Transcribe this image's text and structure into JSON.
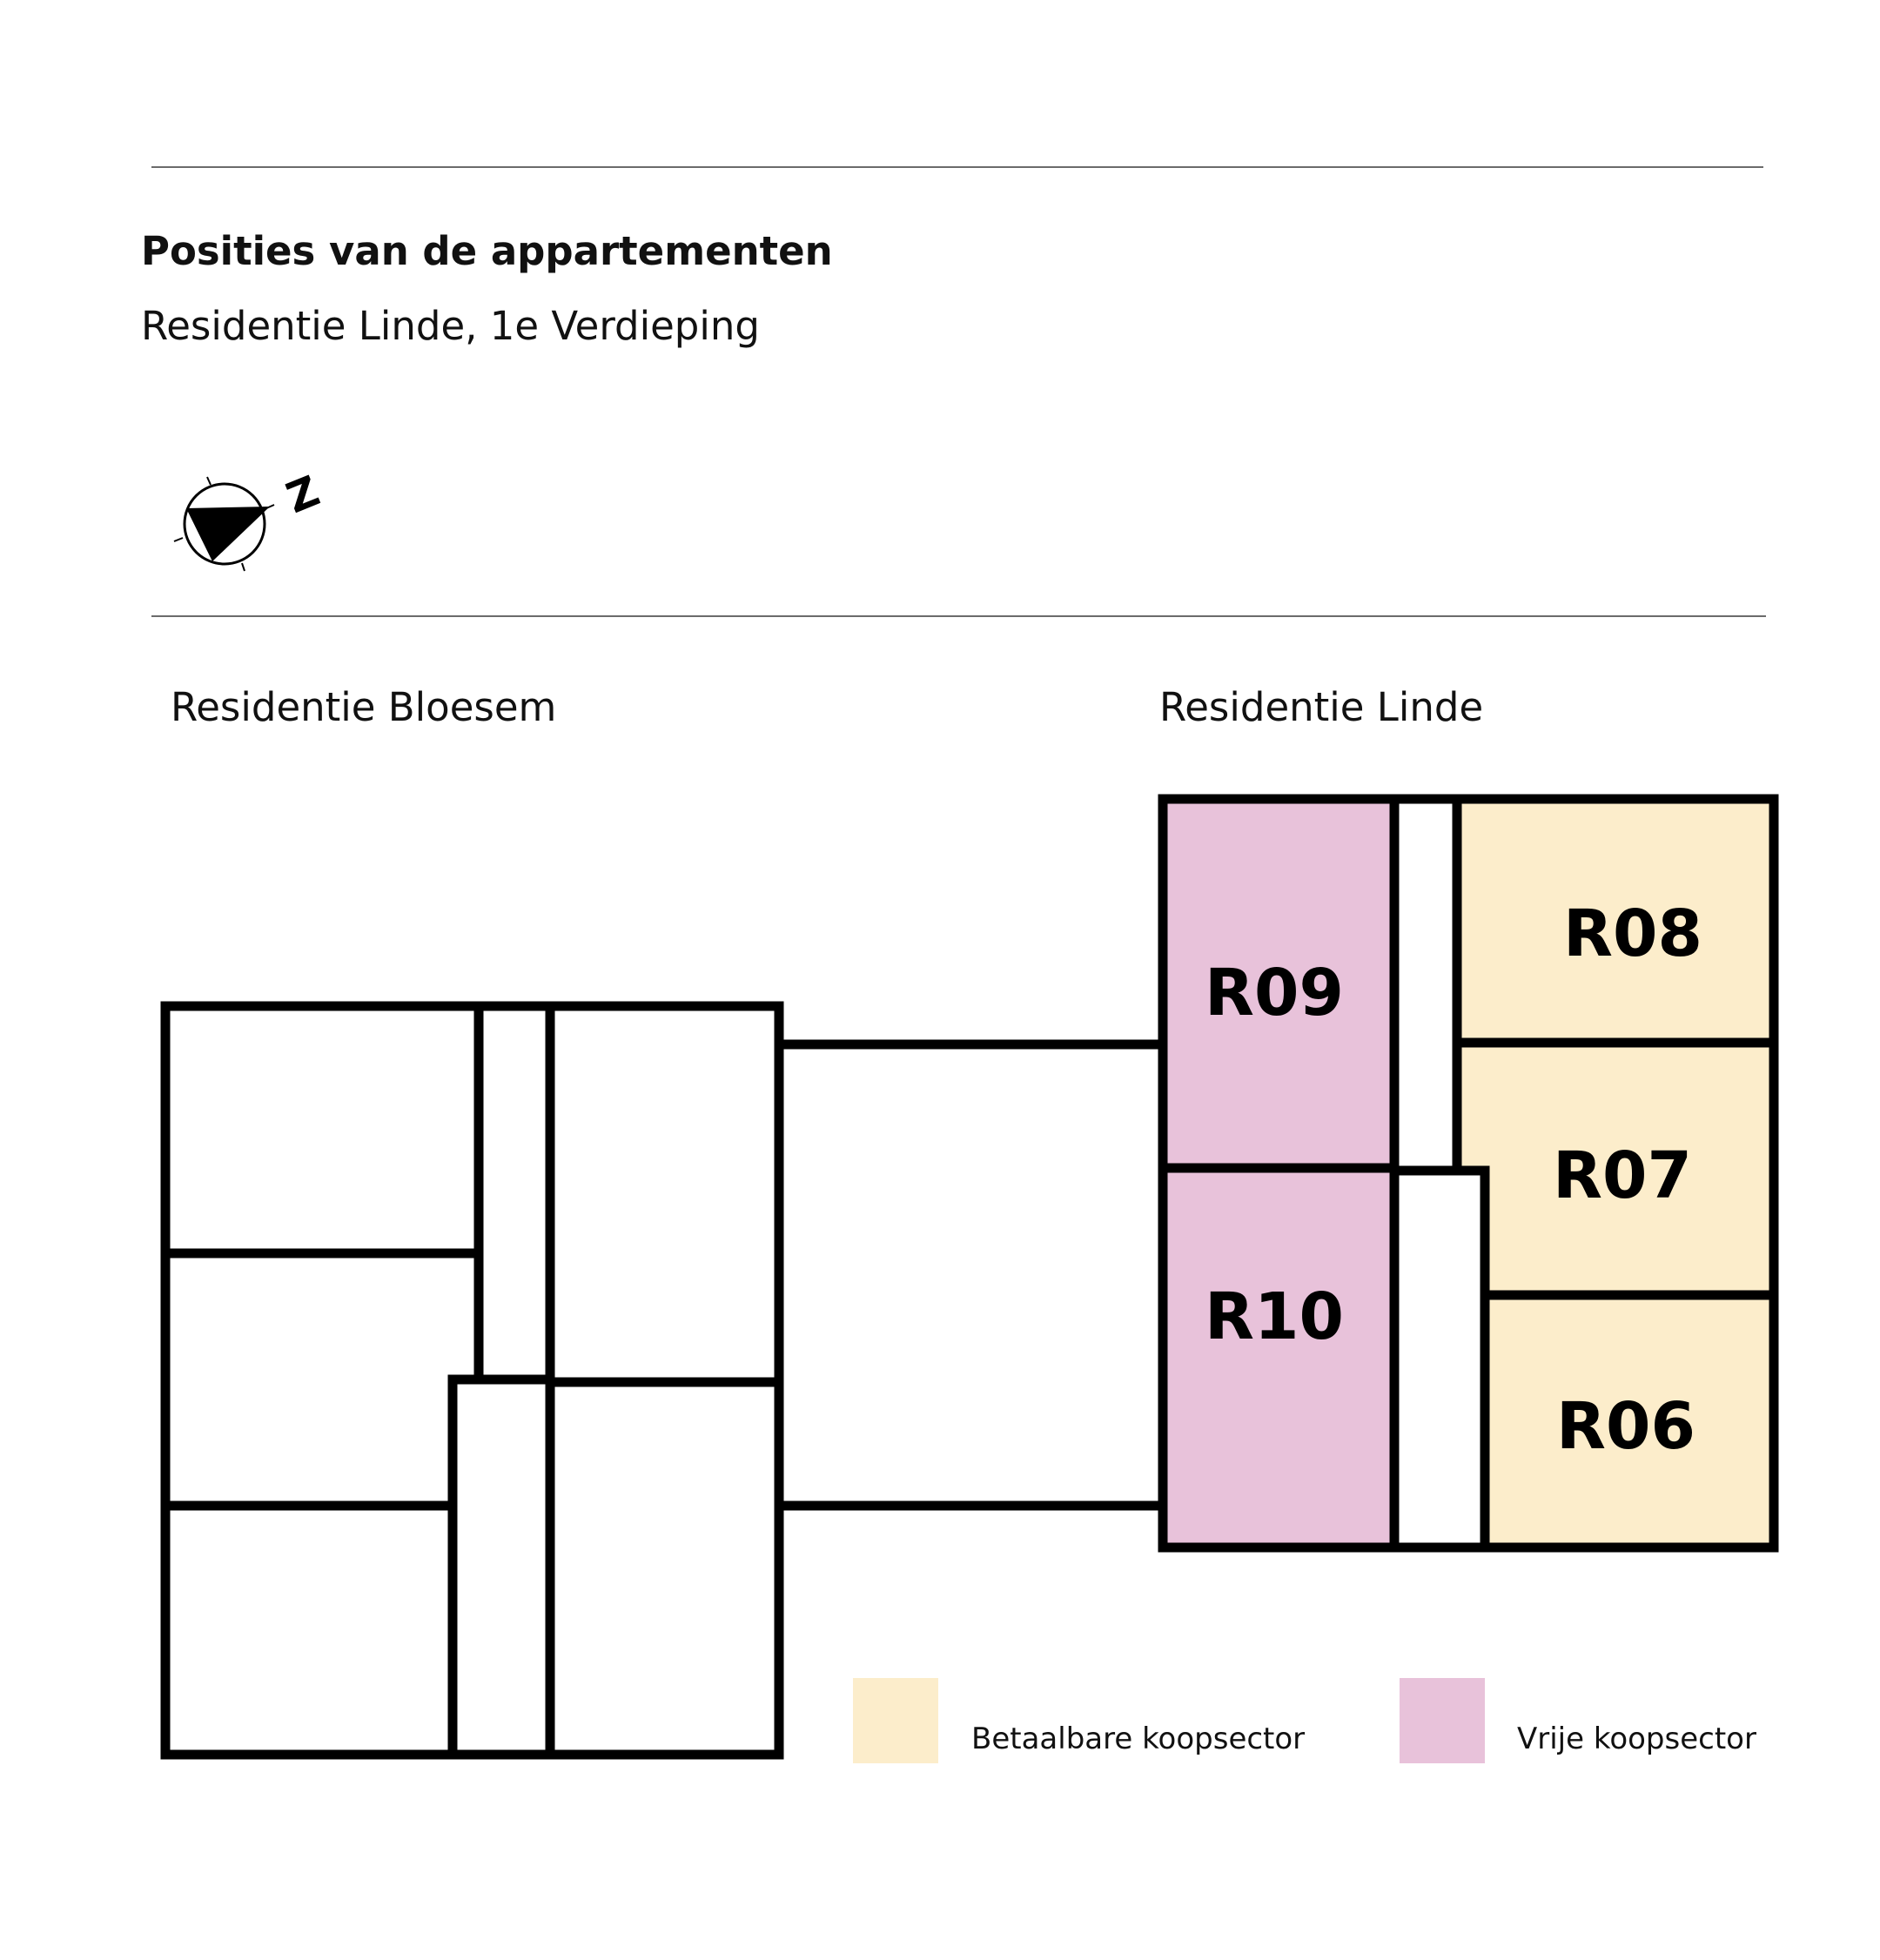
{
  "title": "Posities van de appartementen",
  "subtitle": "Residentie Linde, 1e Verdieping",
  "compass": {
    "icon": "north-arrow-icon",
    "label": "Z"
  },
  "buildings": {
    "left": "Residentie Bloesem",
    "right": "Residentie Linde"
  },
  "colors": {
    "betaalbaar": "#FCEDCB",
    "vrij": "#E8C2DA",
    "outline": "#000000"
  },
  "units": [
    {
      "id": "R09",
      "sector": "vrij"
    },
    {
      "id": "R10",
      "sector": "vrij"
    },
    {
      "id": "R08",
      "sector": "betaalbaar"
    },
    {
      "id": "R07",
      "sector": "betaalbaar"
    },
    {
      "id": "R06",
      "sector": "betaalbaar"
    }
  ],
  "legend": [
    {
      "label": "Betaalbare koopsector",
      "sector": "betaalbaar"
    },
    {
      "label": "Vrije koopsector",
      "sector": "vrij"
    }
  ]
}
